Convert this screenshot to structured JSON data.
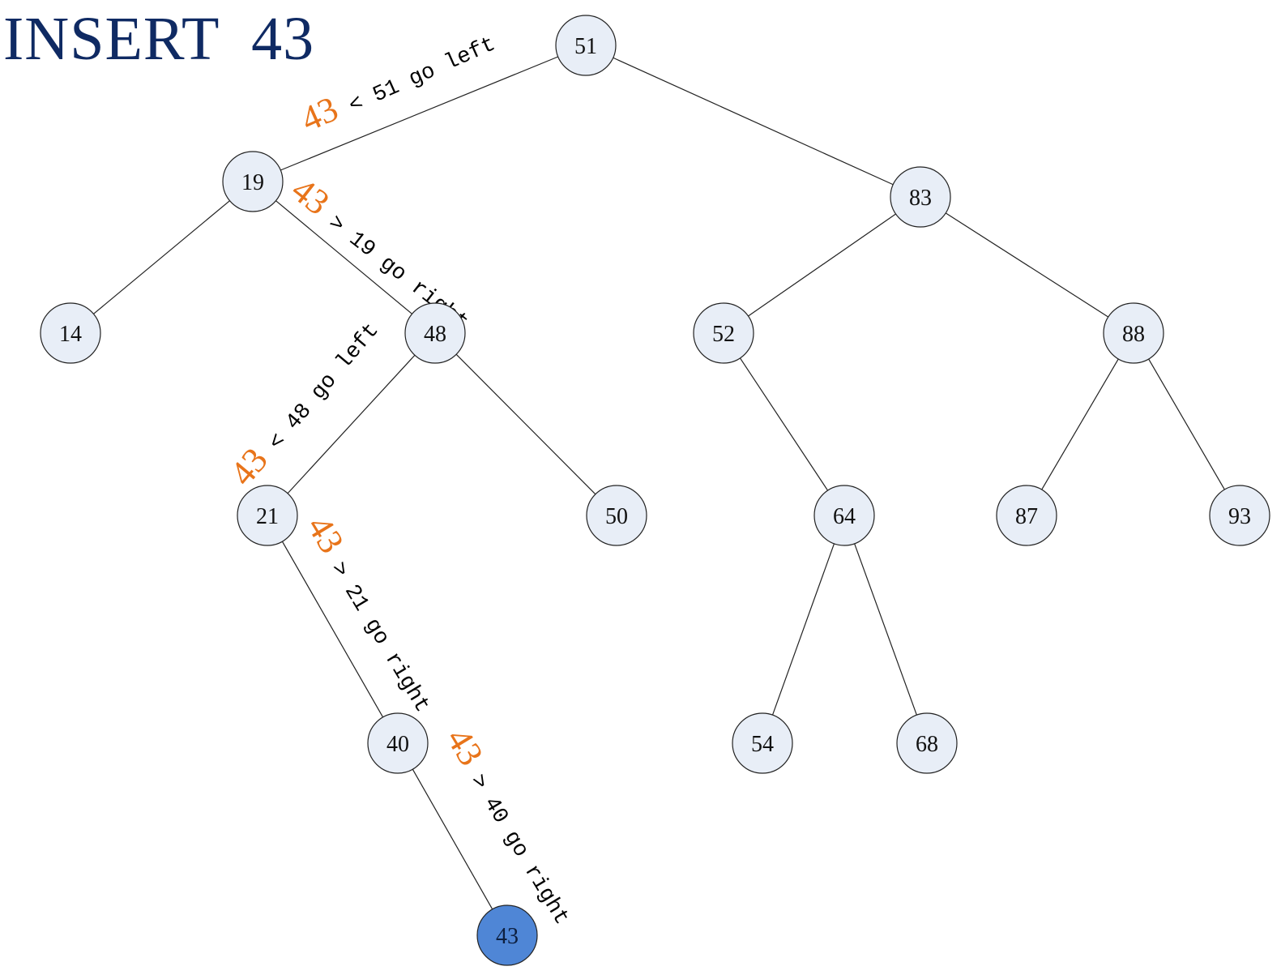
{
  "title": {
    "action": "INSERT",
    "value": "43",
    "color": "#0f2a63"
  },
  "colors": {
    "node_fill": "#e8eef7",
    "node_stroke": "#222222",
    "inserted_fill": "#4f86d6",
    "edge": "#222222",
    "key_highlight": "#e8741a"
  },
  "nodes": [
    {
      "id": "n51",
      "label": "51"
    },
    {
      "id": "n19",
      "label": "19"
    },
    {
      "id": "n83",
      "label": "83"
    },
    {
      "id": "n14",
      "label": "14"
    },
    {
      "id": "n48",
      "label": "48"
    },
    {
      "id": "n52",
      "label": "52"
    },
    {
      "id": "n88",
      "label": "88"
    },
    {
      "id": "n21",
      "label": "21"
    },
    {
      "id": "n50",
      "label": "50"
    },
    {
      "id": "n64",
      "label": "64"
    },
    {
      "id": "n87",
      "label": "87"
    },
    {
      "id": "n93",
      "label": "93"
    },
    {
      "id": "n40",
      "label": "40"
    },
    {
      "id": "n54",
      "label": "54"
    },
    {
      "id": "n68",
      "label": "68"
    },
    {
      "id": "n43",
      "label": "43",
      "inserted": true
    }
  ],
  "edges": [
    [
      "n51",
      "n19"
    ],
    [
      "n51",
      "n83"
    ],
    [
      "n19",
      "n14"
    ],
    [
      "n19",
      "n48"
    ],
    [
      "n83",
      "n52"
    ],
    [
      "n83",
      "n88"
    ],
    [
      "n48",
      "n21"
    ],
    [
      "n48",
      "n50"
    ],
    [
      "n52",
      "n64"
    ],
    [
      "n88",
      "n87"
    ],
    [
      "n88",
      "n93"
    ],
    [
      "n21",
      "n40"
    ],
    [
      "n64",
      "n54"
    ],
    [
      "n64",
      "n68"
    ],
    [
      "n40",
      "n43"
    ]
  ],
  "steps": [
    {
      "key": "43",
      "text": " < 51 go left"
    },
    {
      "key": "43",
      "text": " > 19 go right"
    },
    {
      "key": "43",
      "text": " < 48 go left"
    },
    {
      "key": "43",
      "text": " > 21 go right"
    },
    {
      "key": "43",
      "text": " > 40 go right"
    }
  ]
}
